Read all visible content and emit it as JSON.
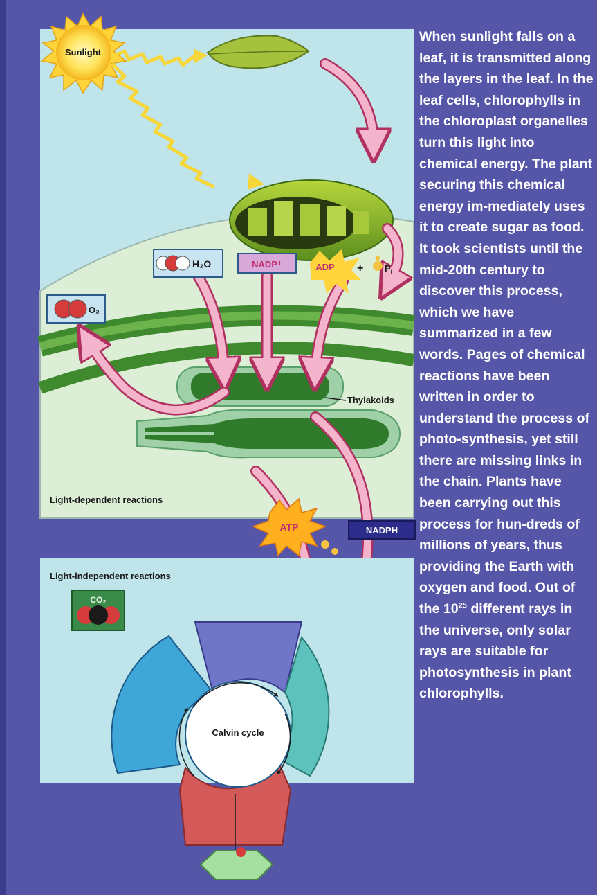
{
  "labels": {
    "sunlight": "Sunlight",
    "h2o": "H₂O",
    "nadp_plus": "NADP⁺",
    "adp": "ADP",
    "plus": "+",
    "pi": "P",
    "pi_sub": "i",
    "o2": "O₂",
    "thylakoids": "Thylakoids",
    "light_dependent": "Light-dependent reactions",
    "atp": "ATP",
    "nadph": "NADPH",
    "light_independent": "Light-independent reactions",
    "co2": "CO₂",
    "calvin_cycle": "Calvin cycle"
  },
  "text": {
    "paragraph_before": "When sunlight falls on a leaf, it is transmitted along the layers in the leaf. In the leaf cells, chlorophylls in the chloroplast organelles turn this light into chemical energy. The plant securing this chemical energy im-mediately uses it to create sugar as food. It took scientists until the mid-20th century to discover this process, which we have summarized in a few words. Pages of chemical reactions have been written in order to understand the process of photo-synthesis, yet still there are missing links in the chain. Plants have been carrying out this process for hun-dreds of millions of years, thus providing the Earth with oxygen and food. Out of the ",
    "base": "10",
    "exponent": "25",
    "paragraph_after": " different rays in the universe, only solar rays are suitable for photosynthesis in plant chlorophylls."
  },
  "colors": {
    "background": "#5656a8",
    "panel": "#bfe4ea",
    "arrow_fill": "#f4b4cc",
    "arrow_stroke": "#b03060",
    "cycle_blue": "#3fa6d8",
    "cycle_violet": "#6f76c8",
    "cycle_teal": "#5ec2bc",
    "cycle_red": "#d45a5a"
  }
}
